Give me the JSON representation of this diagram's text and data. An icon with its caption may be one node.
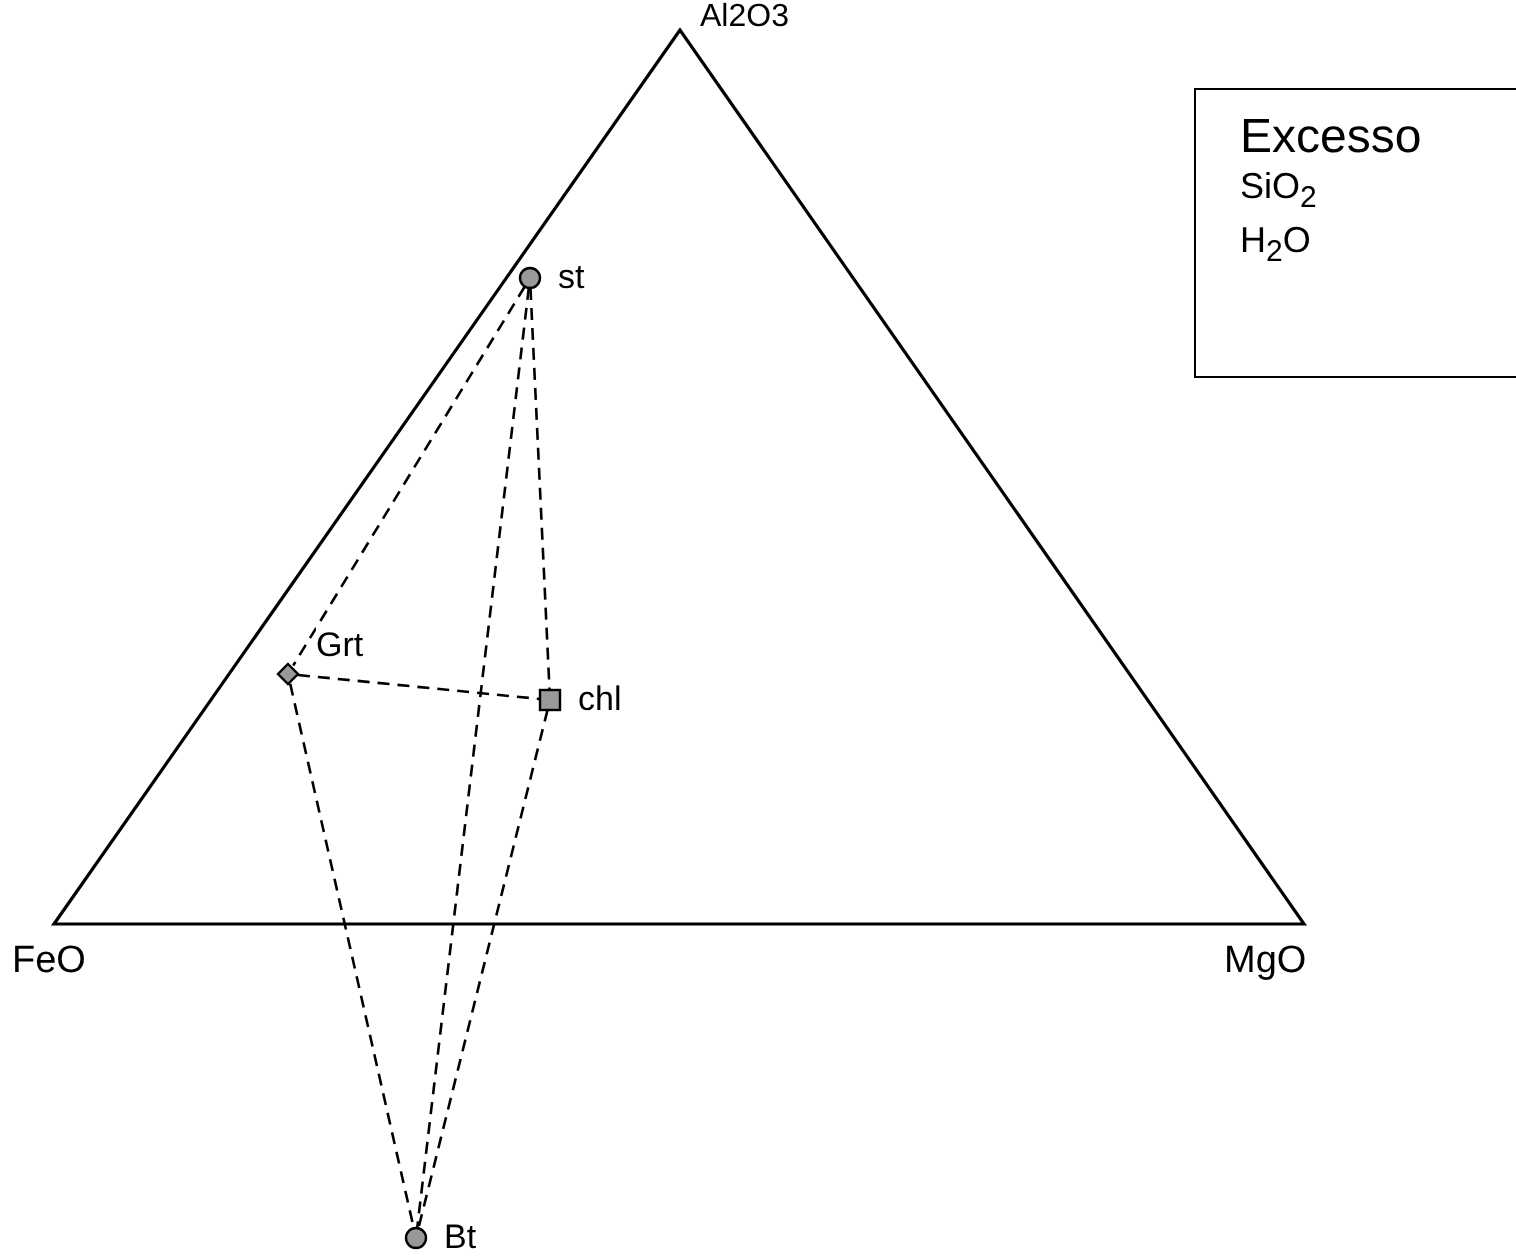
{
  "diagram": {
    "nodes": [
      {
        "text": [],
        "shape": "circle",
        "beside": [
          "st"
        ]
      },
      {
        "text": [],
        "shape": "diamond",
        "beside": [
          "Grt"
        ]
      },
      {
        "text": [],
        "shape": "box",
        "beside": [
          "chl"
        ]
      },
      {
        "text": [],
        "shape": "circle",
        "beside": [
          "Bt"
        ]
      },
      {
        "text": [
          "Excesso",
          "SiO$_{2}$",
          "H$_{2}$O"
        ]
      }
    ],
    "edges": [
      {
        "from": 0,
        "to": 1,
        "arrow": "none",
        "style": "dashed"
      },
      {
        "from": 0,
        "to": 2,
        "arrow": "none",
        "style": "dashed"
      },
      {
        "from": 0,
        "to": 3,
        "arrow": "none",
        "style": "dashed"
      },
      {
        "from": 1,
        "to": 2,
        "arrow": "none",
        "style": "dashed"
      },
      {
        "from": 1,
        "to": 3,
        "arrow": "none",
        "style": "dashed"
      },
      {
        "from": 2,
        "to": 3,
        "arrow": "none",
        "style": "dashed"
      }
    ],
    "labels": [
      "Al2O3",
      "FeO",
      "MgO"
    ]
  }
}
